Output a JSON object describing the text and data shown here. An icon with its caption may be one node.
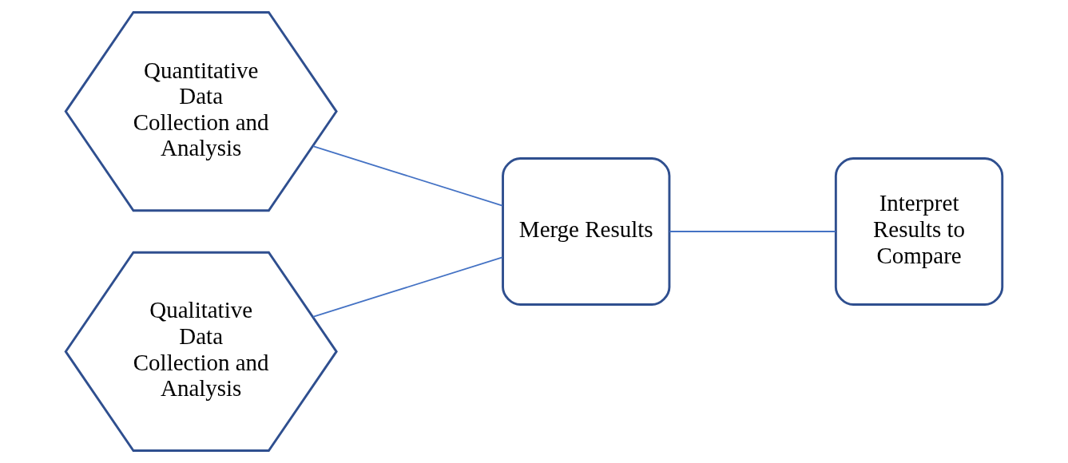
{
  "diagram": {
    "nodes": [
      {
        "text": [
          "Quantitative Data Collection and Analysis"
        ]
      },
      {
        "text": [
          "Qualitative Data Collection and Analysis"
        ]
      },
      {
        "text": [
          "Merge Results"
        ]
      },
      {
        "text": [
          "Interpret Results to Compare"
        ]
      }
    ],
    "edges": [
      {
        "from": 0,
        "to": 2,
        "arrow": "none"
      },
      {
        "from": 1,
        "to": 2,
        "arrow": "none"
      },
      {
        "from": 2,
        "to": 3,
        "arrow": "none"
      }
    ]
  }
}
